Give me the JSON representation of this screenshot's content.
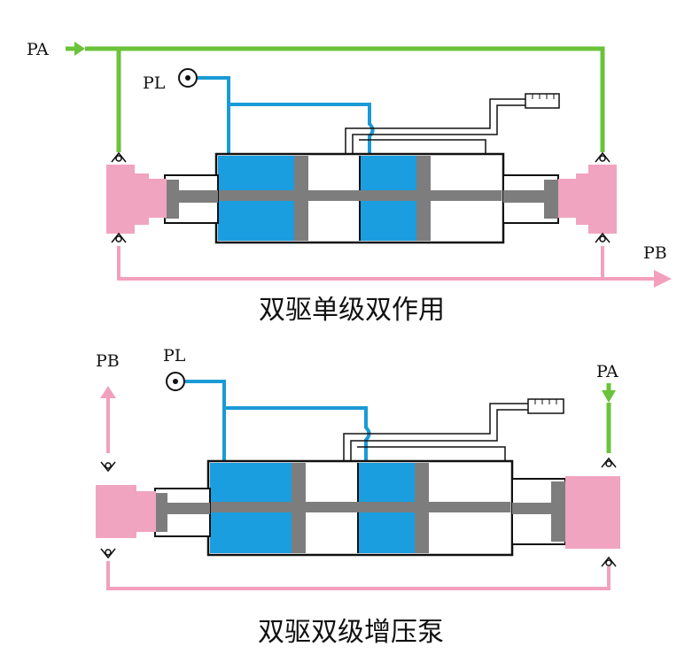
{
  "colors": {
    "air_line": "#6ac33a",
    "pilot_line": "#1a9ad6",
    "out_line": "#f2a0bd",
    "pink_body": "#f0a4c0",
    "blue_chamber": "#1b9ee0",
    "gray_piston": "#7d7d7d",
    "outline": "#111111"
  },
  "top_diagram": {
    "pa_label": "PA",
    "pl_label": "PL",
    "pb_label": "PB",
    "caption": "双驱单级双作用"
  },
  "bottom_diagram": {
    "pb_label": "PB",
    "pl_label": "PL",
    "pa_label": "PA",
    "caption": "双驱双级增压泵"
  },
  "icons": [
    "pressure-port-icon",
    "check-valve-icon",
    "silencer-icon",
    "arrow-icon"
  ]
}
